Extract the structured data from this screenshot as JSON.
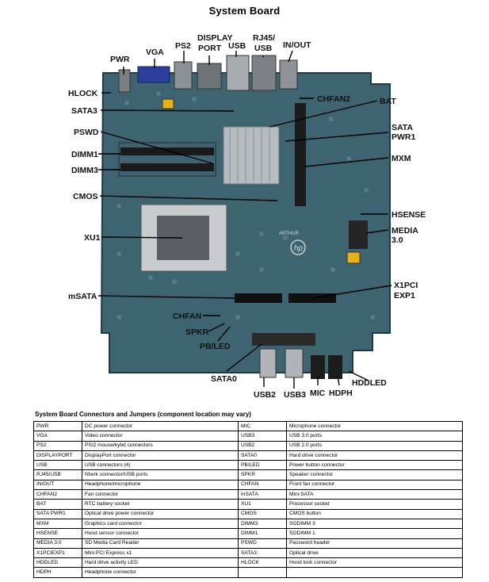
{
  "title": "System Board",
  "labels": {
    "pwr": "PWR",
    "vga": "VGA",
    "ps2": "PS2",
    "display_port_1": "DISPLAY",
    "display_port_2": "PORT",
    "usb": "USB",
    "rj45_1": "RJ45/",
    "rj45_2": "USB",
    "inout": "IN/OUT",
    "hlock": "HLOCK",
    "chfan2": "CHFAN2",
    "bat": "BAT",
    "sata3": "SATA3",
    "pswd": "PSWD",
    "sata_pwr_1": "SATA",
    "sata_pwr_2": "PWR1",
    "dimm1": "DIMM1",
    "dimm3": "DIMM3",
    "mxm": "MXM",
    "cmos": "CMOS",
    "hsense": "HSENSE",
    "media_1": "MEDIA",
    "media_2": "3.0",
    "xu1": "XU1",
    "x1pci": "X1PCI",
    "exp1": "EXP1",
    "msata": "mSATA",
    "chfan": "CHFAN",
    "spkr": "SPKR",
    "pbled": "PB/LED",
    "sata0": "SATA0",
    "hddled": "HDDLED",
    "usb2": "USB2",
    "usb3": "USB3",
    "mic": "MIC",
    "hdph": "HDPH",
    "silk_hp": "hp",
    "silk_arthur": "ARTHUR"
  },
  "table": {
    "heading": "System Board Connectors and Jumpers (component location may vary)",
    "rows": [
      {
        "c1": "PWR",
        "d1": "DC power connector",
        "c2": "MIC",
        "d2": "Microphone connector"
      },
      {
        "c1": "VGA",
        "d1": "Video connector",
        "c2": "USB3",
        "d2": "USB 3.0 ports"
      },
      {
        "c1": "PS2",
        "d1": "PS/2 mouse/kybd connectors",
        "c2": "USB2",
        "d2": "USB 2.0 ports"
      },
      {
        "c1": "DISPLAYPORT",
        "d1": "DisplayPort connector",
        "c2": "SATA0",
        "d2": "Hard drive connector"
      },
      {
        "c1": "USB",
        "d1": "USB connectors (4)",
        "c2": "PB/LED",
        "d2": "Power button connector"
      },
      {
        "c1": "RJ45/USB",
        "d1": "Ntwrk connector/USB ports",
        "c2": "SPKR",
        "d2": "Speaker connector"
      },
      {
        "c1": "IN/OUT",
        "d1": "Headphone/microphone",
        "c2": "CHFAN",
        "d2": "Front fan connector"
      },
      {
        "c1": "CHFAN2",
        "d1": "Fan connector",
        "c2": "mSATA",
        "d2": "Mini-SATA"
      },
      {
        "c1": "BAT",
        "d1": "RTC battery socket",
        "c2": "XU1",
        "d2": "Processor socket"
      },
      {
        "c1": "SATA PWR1",
        "d1": "Optical drive power connector",
        "c2": "CMOS",
        "d2": "CMOS button"
      },
      {
        "c1": "MXM",
        "d1": "Graphics card connector",
        "c2": "DIMM3",
        "d2": "SODIMM 3"
      },
      {
        "c1": "HSENSE",
        "d1": "Hood sensor connector",
        "c2": "DIMM1",
        "d2": "SODIMM 1"
      },
      {
        "c1": "MEDIA 3.0",
        "d1": "SD Media Card Reader",
        "c2": "PSWD",
        "d2": "Password header"
      },
      {
        "c1": "X1PCIEXP1",
        "d1": "Mini PCI Express x1",
        "c2": "SATA3",
        "d2": "Optical drive"
      },
      {
        "c1": "HDDLED",
        "d1": "Hard drive activity LED",
        "c2": "HLOCK",
        "d2": "Hood lock connector"
      },
      {
        "c1": "HDPH",
        "d1": "Headphone connector",
        "c2": "",
        "d2": ""
      }
    ]
  },
  "colors": {
    "board": "#3d6470",
    "board_dark": "#24434c",
    "heatsink": "#b7bcc0",
    "connector_blue": "#2b3f9c",
    "connector_yellow": "#e3b21a"
  }
}
